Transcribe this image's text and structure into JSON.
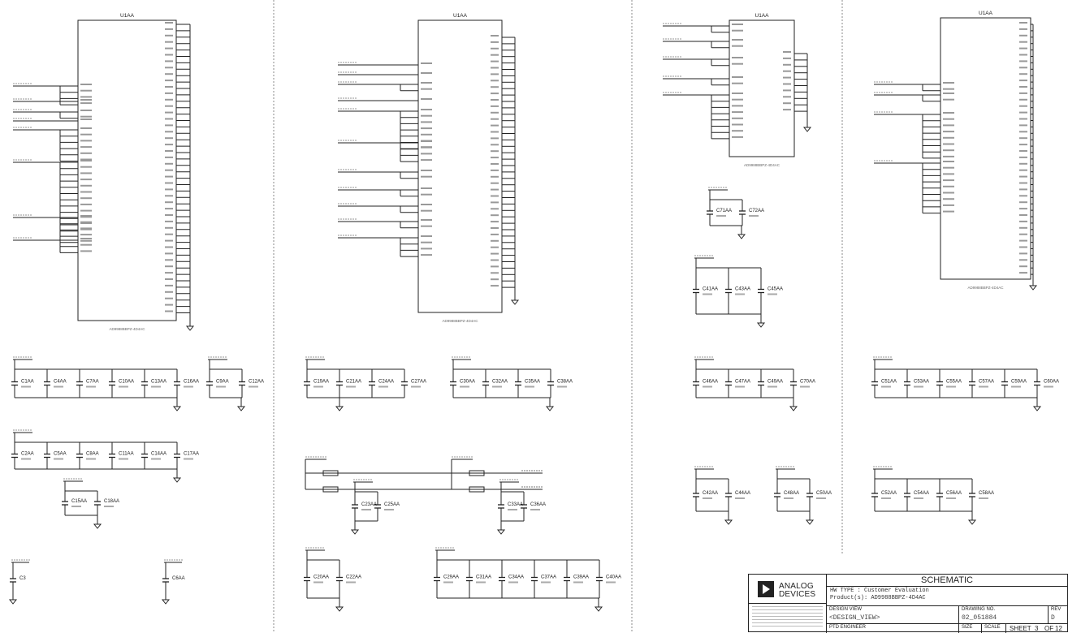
{
  "colors": {
    "ink": "#1a1a1a",
    "wire": "#222222",
    "label": "#666666",
    "divider": "#888888",
    "background": "#ffffff"
  },
  "symbols": [
    {
      "ref": "U1AA",
      "part": "AD9988BBPZ-4D4AC"
    },
    {
      "ref": "U1AA",
      "part": "AD9988BBPZ-4D4AC"
    },
    {
      "ref": "U1AA",
      "part": "AD9988BBPZ-4D4AC"
    },
    {
      "ref": "U1AA",
      "part": "AD9988BBPZ-4D4AC"
    }
  ],
  "panel1_caps": {
    "row1_a": [
      "C1AA",
      "C4AA",
      "C7AA",
      "C10AA",
      "C13AA",
      "C16AA"
    ],
    "row1_b": [
      "C9AA",
      "C12AA"
    ],
    "row2": [
      "C2AA",
      "C5AA",
      "C8AA",
      "C11AA",
      "C14AA",
      "C17AA"
    ],
    "row3": [
      "C15AA",
      "C18AA"
    ],
    "single_a": "C3",
    "single_b": "C6AA"
  },
  "panel2_caps": {
    "row1_a": [
      "C19AA",
      "C21AA",
      "C24AA",
      "C27AA"
    ],
    "row1_b": [
      "C30AA",
      "C32AA",
      "C35AA",
      "C38AA"
    ],
    "filter_a": [
      "C23AA",
      "C25AA"
    ],
    "filter_b": [
      "C33AA",
      "C36AA"
    ],
    "row3_a": [
      "C20AA",
      "C22AA"
    ],
    "row3_b": [
      "C29AA",
      "C31AA",
      "C34AA",
      "C37AA",
      "C39AA",
      "C40AA"
    ]
  },
  "panel3_caps": {
    "pair": [
      "C71AA",
      "C72AA"
    ],
    "trio": [
      "C41AA",
      "C43AA",
      "C45AA"
    ],
    "row1": [
      "C46AA",
      "C47AA",
      "C49AA",
      "C70AA"
    ],
    "row2_a": [
      "C42AA",
      "C44AA"
    ],
    "row2_b": [
      "C48AA",
      "C50AA"
    ]
  },
  "panel4_caps": {
    "row1": [
      "C51AA",
      "C53AA",
      "C55AA",
      "C57AA",
      "C59AA",
      "C60AA"
    ],
    "row2": [
      "C52AA",
      "C54AA",
      "C56AA",
      "C58AA"
    ]
  },
  "title_block": {
    "company_line1": "ANALOG",
    "company_line2": "DEVICES",
    "title": "SCHEMATIC",
    "hw_type": "HW TYPE   : Customer Evaluation",
    "product": "Product(s): AD9988BBPZ-4D4AC",
    "design_view_label": "DESIGN VIEW",
    "design_view_value": "<DESIGN_VIEW>",
    "drawing_no_label": "DRAWING NO.",
    "drawing_no_value": "02_051884",
    "rev_label": "REV",
    "rev_value": "D",
    "engineer_label": "PTD ENGINEER",
    "size_label": "SIZE",
    "scale_label": "SCALE",
    "sheet_label": "SHEET",
    "sheet_value": "3",
    "of_label": "OF",
    "of_value": "12"
  }
}
